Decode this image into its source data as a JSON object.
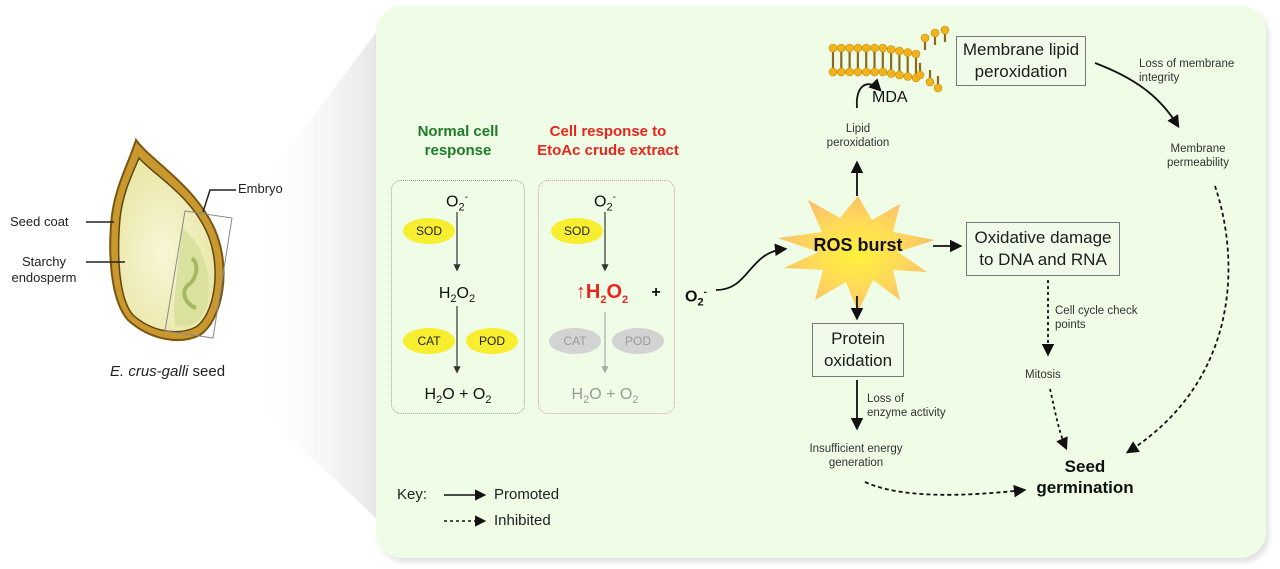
{
  "seed": {
    "caption_species": "E. crus-galli",
    "caption_suffix": " seed",
    "labels": {
      "seed_coat": "Seed coat",
      "endosperm_line1": "Starchy",
      "endosperm_line2": "endosperm",
      "embryo": "Embryo"
    }
  },
  "normal": {
    "title_line1": "Normal cell",
    "title_line2": "response",
    "title_color": "#1f7a2a",
    "top": "O",
    "top_sub": "2",
    "top_sup": "-",
    "enzyme1": "SOD",
    "mid": "H",
    "mid_sub1": "2",
    "mid_o": "O",
    "mid_sub2": "2",
    "enzyme2": "CAT",
    "enzyme3": "POD",
    "bottom_h": "H",
    "bottom_sub": "2",
    "bottom_rest": "O + O",
    "bottom_sub2": "2"
  },
  "treated": {
    "title_line1": "Cell response to",
    "title_line2": "EtoAc crude extract",
    "title_color": "#e8251f",
    "top": "O",
    "top_sub": "2",
    "top_sup": "-",
    "enzyme1": "SOD",
    "up_arrow": "↑",
    "h2o2_h": "H",
    "h2o2_sub1": "2",
    "h2o2_o": "O",
    "h2o2_sub2": "2",
    "plus": "+",
    "o2": "O",
    "o2_sub": "2",
    "o2_sup": "-",
    "enzyme2": "CAT",
    "enzyme3": "POD",
    "bottom_h": "H",
    "bottom_sub": "2",
    "bottom_rest": "O + O",
    "bottom_sub2": "2"
  },
  "pathway": {
    "ros": "ROS burst",
    "mda": "MDA",
    "lipid_perox_line1": "Lipid",
    "lipid_perox_line2": "peroxidation",
    "membrane_box_line1": "Membrane lipid",
    "membrane_box_line2": "peroxidation",
    "loss_membrane_line1": "Loss of membrane",
    "loss_membrane_line2": "integrity",
    "membrane_perm_line1": "Membrane",
    "membrane_perm_line2": "permeability",
    "dna_box_line1": "Oxidative damage",
    "dna_box_line2": "to DNA and RNA",
    "cell_cycle_line1": "Cell cycle check",
    "cell_cycle_line2": "points",
    "mitosis": "Mitosis",
    "protein_box_line1": "Protein",
    "protein_box_line2": "oxidation",
    "loss_enzyme_line1": "Loss of",
    "loss_enzyme_line2": "enzyme activity",
    "energy_line1": "Insufficient energy",
    "energy_line2": "generation",
    "germ_line1": "Seed",
    "germ_line2": "germination"
  },
  "key": {
    "label": "Key:",
    "promoted": "Promoted",
    "inhibited": "Inhibited"
  }
}
